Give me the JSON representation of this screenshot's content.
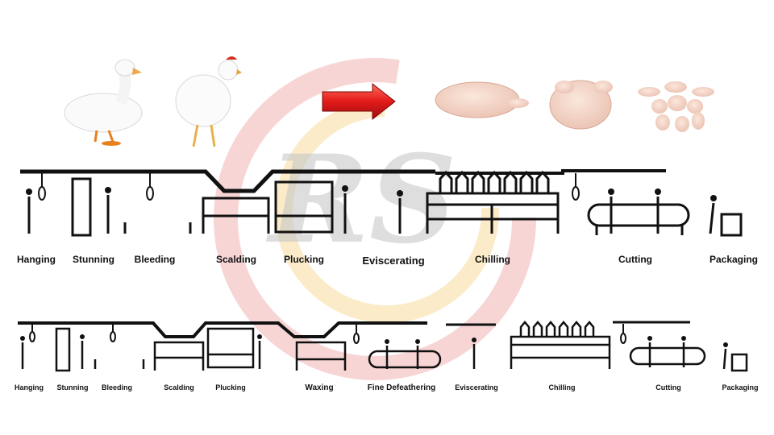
{
  "watermark": {
    "text": "RS",
    "ring_colors": [
      "#f2a0a0",
      "#f7d08a"
    ]
  },
  "products": {
    "birds": [
      "duck-icon",
      "chicken-icon"
    ],
    "arrow": "red-right-arrow-icon",
    "outputs": [
      "whole-carcass-icon",
      "plucked-chicken-icon",
      "chicken-parts-icon"
    ]
  },
  "line_duck": {
    "steps": [
      "Hanging",
      "Stunning",
      "Bleeding",
      "Scalding",
      "Plucking",
      "Eviscerating",
      "Chilling",
      "Cutting",
      "Packaging"
    ]
  },
  "line_waterfowl": {
    "steps": [
      "Hanging",
      "Stunning",
      "Bleeding",
      "Scalding",
      "Plucking",
      "Waxing",
      "Fine Defeathering",
      "Eviscerating",
      "Chilling",
      "Cutting",
      "Packaging"
    ]
  },
  "colors": {
    "line": "#111111",
    "arrow": "#e02020",
    "meat": "#f1d2c2"
  }
}
